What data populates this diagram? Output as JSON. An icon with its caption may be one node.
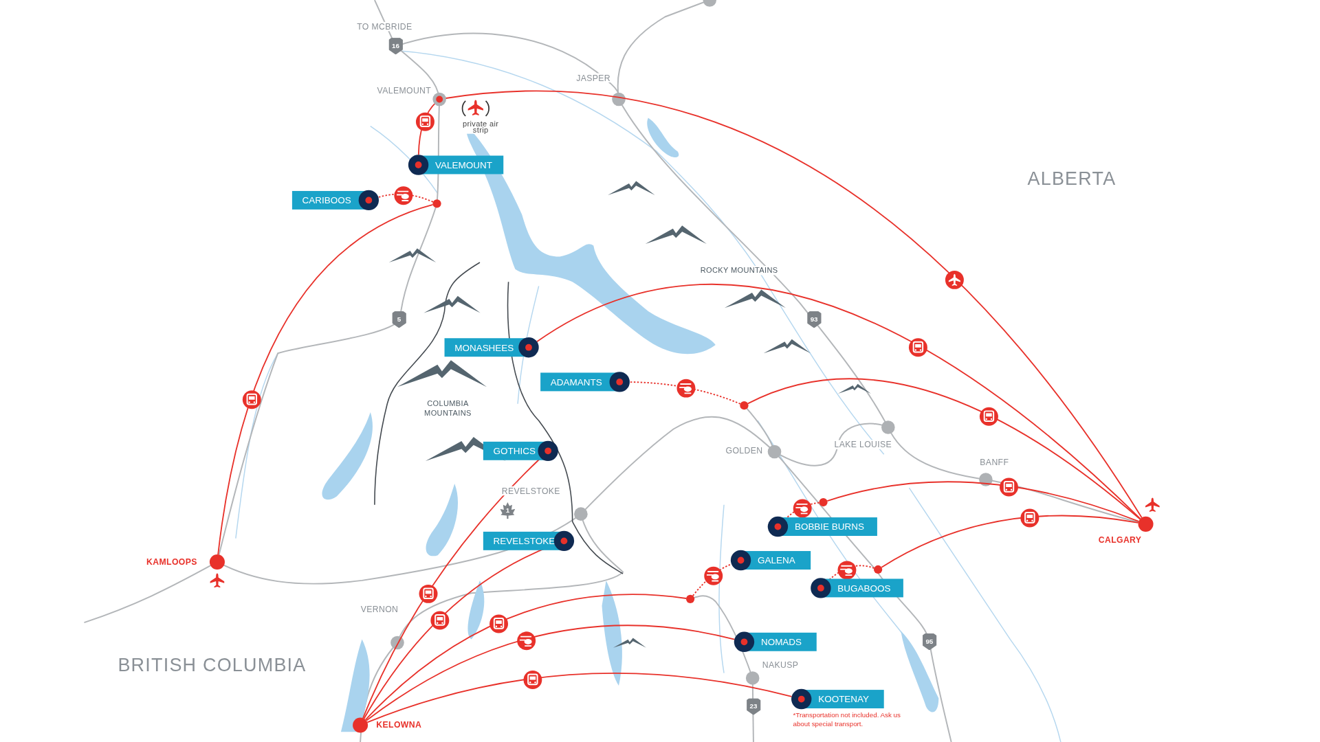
{
  "diagram": {
    "nodes": [
      {
        "text": [
          "VALEMOUNT"
        ]
      },
      {
        "text": [
          "VALEMOUNT"
        ]
      },
      {
        "text": [
          "CARIBOOS"
        ]
      },
      {
        "text": [],
        "shape": "circle"
      },
      {
        "text": [
          "KAMLOOPS"
        ]
      },
      {
        "text": [
          "MONASHEES"
        ]
      },
      {
        "text": [
          "ADAMANTS"
        ]
      },
      {
        "text": [],
        "shape": "circle"
      },
      {
        "text": [
          "GOTHICS"
        ]
      },
      {
        "text": [
          "REVELSTOKE"
        ]
      },
      {
        "text": [
          "BOBBIE BURNS"
        ]
      },
      {
        "text": [],
        "shape": "circle"
      },
      {
        "text": [
          "GALENA"
        ]
      },
      {
        "text": [],
        "shape": "circle"
      },
      {
        "text": [
          "BUGABOOS"
        ]
      },
      {
        "text": [],
        "shape": "circle"
      },
      {
        "text": [
          "NOMADS"
        ]
      },
      {
        "text": [
          "KOOTENAY"
        ],
        "beside": [
          "*Transportation not included. Ask us about special transport."
        ]
      },
      {
        "text": [
          "CALGARY"
        ]
      },
      {
        "text": [
          "KELOWNA"
        ]
      }
    ],
    "edges": [
      {
        "from": 18,
        "to": 0,
        "arrow": "none"
      },
      {
        "from": 0,
        "to": 1,
        "arrow": "none"
      },
      {
        "from": 18,
        "to": 5,
        "arrow": "none"
      },
      {
        "from": 18,
        "to": 7,
        "arrow": "none"
      },
      {
        "from": 7,
        "to": 6,
        "arrow": "none",
        "style": "dashed"
      },
      {
        "from": 18,
        "to": 11,
        "arrow": "none"
      },
      {
        "from": 11,
        "to": 10,
        "arrow": "none",
        "style": "dashed"
      },
      {
        "from": 18,
        "to": 15,
        "arrow": "none"
      },
      {
        "from": 15,
        "to": 14,
        "arrow": "none",
        "style": "dashed"
      },
      {
        "from": 4,
        "to": 3,
        "arrow": "none"
      },
      {
        "from": 3,
        "to": 2,
        "arrow": "none",
        "style": "dashed"
      },
      {
        "from": 19,
        "to": 8,
        "arrow": "none"
      },
      {
        "from": 19,
        "to": 9,
        "arrow": "none"
      },
      {
        "from": 19,
        "to": 13,
        "arrow": "none"
      },
      {
        "from": 13,
        "to": 12,
        "arrow": "none",
        "style": "dashed"
      },
      {
        "from": 19,
        "to": 16,
        "arrow": "none"
      },
      {
        "from": 19,
        "to": 17,
        "arrow": "none"
      }
    ],
    "labels": [
      "TO MCBRIDE",
      "16",
      "JASPER",
      "private air strip",
      "ALBERTA",
      "ROCKY MOUNTAINS",
      "5",
      "93",
      "COLUMBIA MOUNTAINS",
      "GOLDEN",
      "LAKE LOUISE",
      "BANFF",
      "REVELSTOKE",
      "1",
      "VERNON",
      "95",
      "BRITISH COLUMBIA",
      "NAKUSP",
      "23"
    ]
  }
}
